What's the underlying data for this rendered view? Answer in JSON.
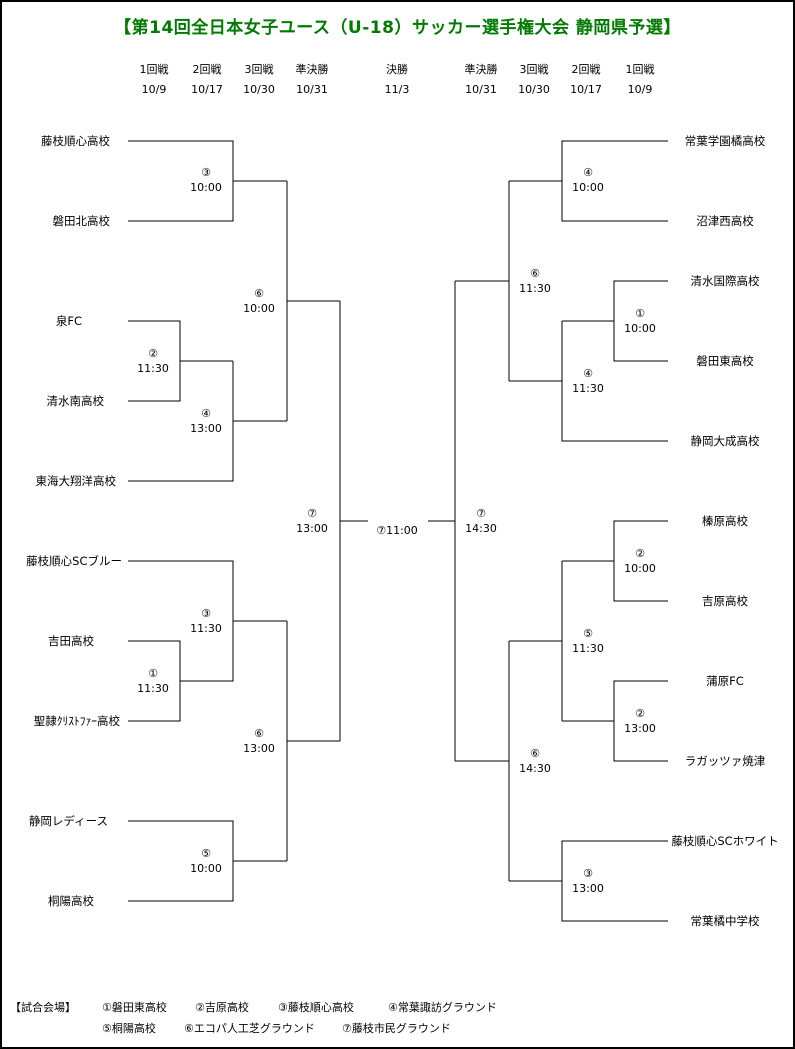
{
  "title": "【第14回全日本女子ユース（U-18）サッカー選手権大会 静岡県予選】",
  "rounds_left": [
    {
      "name": "1回戦",
      "date": "10/9"
    },
    {
      "name": "2回戦",
      "date": "10/17"
    },
    {
      "name": "3回戦",
      "date": "10/30"
    },
    {
      "name": "準決勝",
      "date": "10/31"
    }
  ],
  "final_header": {
    "name": "決勝",
    "date": "11/3"
  },
  "rounds_right": [
    {
      "name": "準決勝",
      "date": "10/31"
    },
    {
      "name": "3回戦",
      "date": "10/30"
    },
    {
      "name": "2回戦",
      "date": "10/17"
    },
    {
      "name": "1回戦",
      "date": "10/9"
    }
  ],
  "teams_left": [
    "藤枝順心高校",
    "磐田北高校",
    "泉FC",
    "清水南高校",
    "東海大翔洋高校",
    "藤枝順心SCブルー",
    "吉田高校",
    "聖隷ｸﾘｽﾄﾌｧｰ高校",
    "静岡レディース",
    "桐陽高校"
  ],
  "teams_right": [
    "常葉学園橘高校",
    "沼津西高校",
    "清水国際高校",
    "磐田東高校",
    "静岡大成高校",
    "榛原高校",
    "吉原高校",
    "蒲原FC",
    "ラガッツァ焼津",
    "藤枝順心SCホワイト",
    "常葉橘中学校"
  ],
  "matches_left": [
    {
      "venue": "③",
      "time": "10:00"
    },
    {
      "venue": "②",
      "time": "11:30"
    },
    {
      "venue": "④",
      "time": "13:00"
    },
    {
      "venue": "⑥",
      "time": "10:00"
    },
    {
      "venue": "①",
      "time": "11:30"
    },
    {
      "venue": "③",
      "time": "11:30"
    },
    {
      "venue": "⑤",
      "time": "10:00"
    },
    {
      "venue": "⑥",
      "time": "13:00"
    },
    {
      "venue": "⑦",
      "time": "13:00"
    }
  ],
  "matches_right": [
    {
      "venue": "④",
      "time": "10:00"
    },
    {
      "venue": "①",
      "time": "10:00"
    },
    {
      "venue": "④",
      "time": "11:30"
    },
    {
      "venue": "⑥",
      "time": "11:30"
    },
    {
      "venue": "②",
      "time": "10:00"
    },
    {
      "venue": "②",
      "time": "13:00"
    },
    {
      "venue": "⑤",
      "time": "11:30"
    },
    {
      "venue": "③",
      "time": "13:00"
    },
    {
      "venue": "⑥",
      "time": "14:30"
    },
    {
      "venue": "⑦",
      "time": "14:30"
    }
  ],
  "final_match": "⑦11:00",
  "legend": {
    "label": "【試合会場】",
    "row1": [
      "①磐田東高校",
      "②吉原高校",
      "③藤枝順心高校",
      "④常葉諏訪グラウンド"
    ],
    "row2": [
      "⑤桐陽高校",
      "⑥エコパ人工芝グラウンド",
      "⑦藤枝市民グラウンド"
    ]
  }
}
